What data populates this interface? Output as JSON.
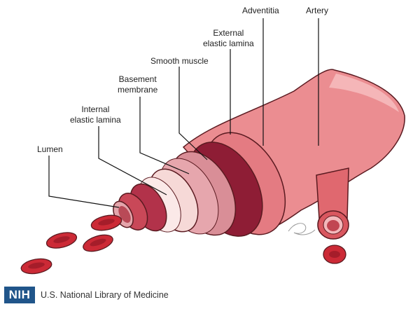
{
  "diagram": {
    "labels": {
      "adventitia": "Adventitia",
      "artery": "Artery",
      "external_elastic_lamina": [
        "External",
        "elastic lamina"
      ],
      "smooth_muscle": "Smooth muscle",
      "basement_membrane": [
        "Basement",
        "membrane"
      ],
      "internal_elastic_lamina": [
        "Internal",
        "elastic lamina"
      ],
      "lumen": "Lumen"
    },
    "colors": {
      "adventitia": "#e98a8e",
      "external_elastic_lamina": "#8e1d35",
      "smooth_muscle": "#d98e97",
      "basement_membrane": "#f6d9d7",
      "internal_elastic_lamina": "#b2324a",
      "lumen": "#c96a74",
      "blood_cell": "#cc2a36",
      "outline": "#5a1a20"
    }
  },
  "footer": {
    "logo_text": "NIH",
    "org_name": "U.S. National Library of Medicine",
    "logo_color": "#20558a"
  }
}
